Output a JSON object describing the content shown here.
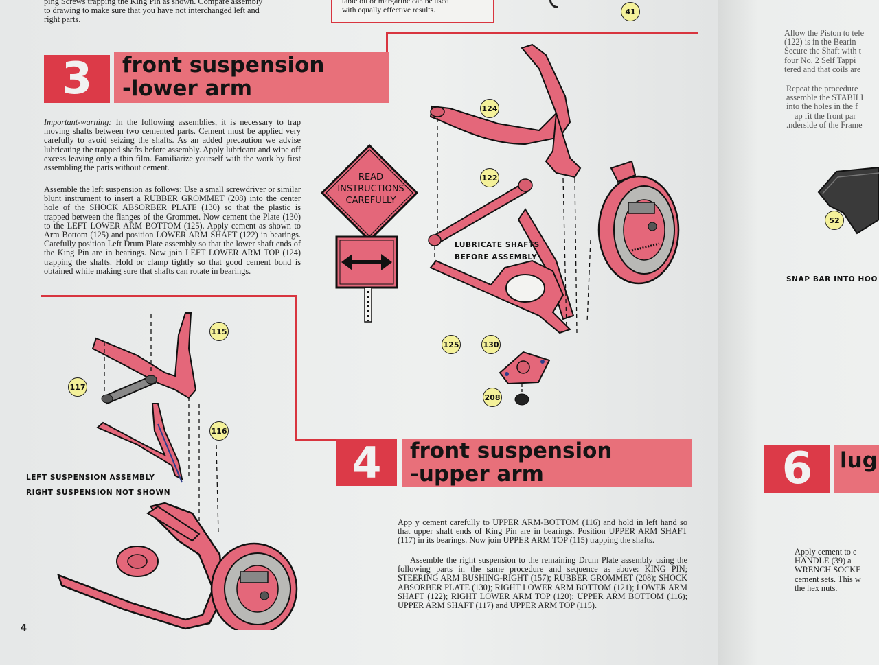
{
  "top_left_text": [
    "ping Screws trapping the King Pin as shown. Compare assembly",
    "to drawing to make sure that you have not interchanged left and",
    "right parts."
  ],
  "top_box_text": [
    "table oil or margarine can be used",
    "with equally effective results."
  ],
  "section3": {
    "number": "3",
    "title_line1": "front suspension",
    "title_line2": "-lower arm",
    "warning_label": "Important-warning:",
    "warning_text": " In the following assemblies, it is necessary to trap moving shafts between two cemented parts. Cement must be applied very carefully to avoid seizing the shafts. As an added precaution we advise lubricating the trapped shafts before assembly. Apply lubricant and wipe off excess leaving only a thin film. Familiarize yourself with the work by first assembling the parts without cement.",
    "assembly_text": "Assemble the left suspension as follows: Use a small screwdriver or similar blunt instrument to insert a RUBBER GROMMET (208) into the center hole of the SHOCK ABSORBER PLATE (130) so that the plastic is trapped between the flanges of the Grommet. Now cement the Plate (130) to the LEFT LOWER ARM BOTTOM (125). Apply cement as shown to Arm Bottom (125) and position LOWER ARM SHAFT (122) in bearings. Carefully position Left Drum Plate assembly so that the lower shaft ends of the King Pin are in bearings. Now join LEFT LOWER ARM TOP (124) trapping the shafts. Hold or clamp tightly so that good cement bond is obtained while making sure that shafts can rotate in bearings."
  },
  "sign": {
    "line1": "READ",
    "line2": "INSTRUCTIONS",
    "line3": "CAREFULLY"
  },
  "lower_arm_diagram": {
    "callouts": [
      "124",
      "122",
      "125",
      "130",
      "208",
      "41"
    ],
    "label_line1": "LUBRICATE SHAFTS",
    "label_line2": "BEFORE ASSEMBLY"
  },
  "upper_arm_diagram": {
    "callouts": [
      "115",
      "117",
      "116"
    ],
    "label_line1": "LEFT SUSPENSION ASSEMBLY",
    "label_line2": "RIGHT SUSPENSION NOT SHOWN"
  },
  "section4": {
    "number": "4",
    "title_line1": "front suspension",
    "title_line2": "-upper arm",
    "para1": "App y cement carefully to UPPER ARM-BOTTOM (116) and hold in left hand so that upper shaft ends of King Pin are in bearings. Position UPPER ARM SHAFT (117) in its bearings. Now join UPPER ARM TOP (115) trapping the shafts.",
    "para2": "Assemble the right suspension to the remaining Drum Plate assembly using the following parts in the same procedure and sequence as above: KING PIN; STEERING ARM BUSHING-RIGHT (157); RUBBER GROMMET (208); SHOCK ABSORBER PLATE (130); RIGHT LOWER ARM BOTTOM (121); LOWER ARM SHAFT (122); RIGHT LOWER ARM TOP (120); UPPER ARM BOTTOM (116); UPPER ARM SHAFT (117) and UPPER ARM TOP (115)."
  },
  "page_number": "4",
  "right_page": {
    "top_lines": [
      "Allow the Piston to tele",
      "(122) is in the Bearin",
      "Secure the Shaft with t",
      "four No. 2 Self Tappi",
      "tered and that coils are"
    ],
    "mid_lines": [
      "Repeat the procedure",
      "assemble the STABILI",
      "into the holes in the f",
      "ap fit the front par",
      ".nderside of the Frame"
    ],
    "callout": "52",
    "snap_label": "SNAP BAR INTO HOO",
    "section6_number": "6",
    "section6_title": "lug",
    "bottom_lines": [
      "Apply cement to e",
      "HANDLE (39) a",
      "WRENCH SOCKE",
      "cement sets. This w",
      "the hex nuts."
    ]
  },
  "colors": {
    "heading_pink": "#e8707a",
    "heading_red": "#dc3a48",
    "part_pink": "#e4677a",
    "callout_yellow": "#f4f19a",
    "rule_red": "#d8353f"
  }
}
